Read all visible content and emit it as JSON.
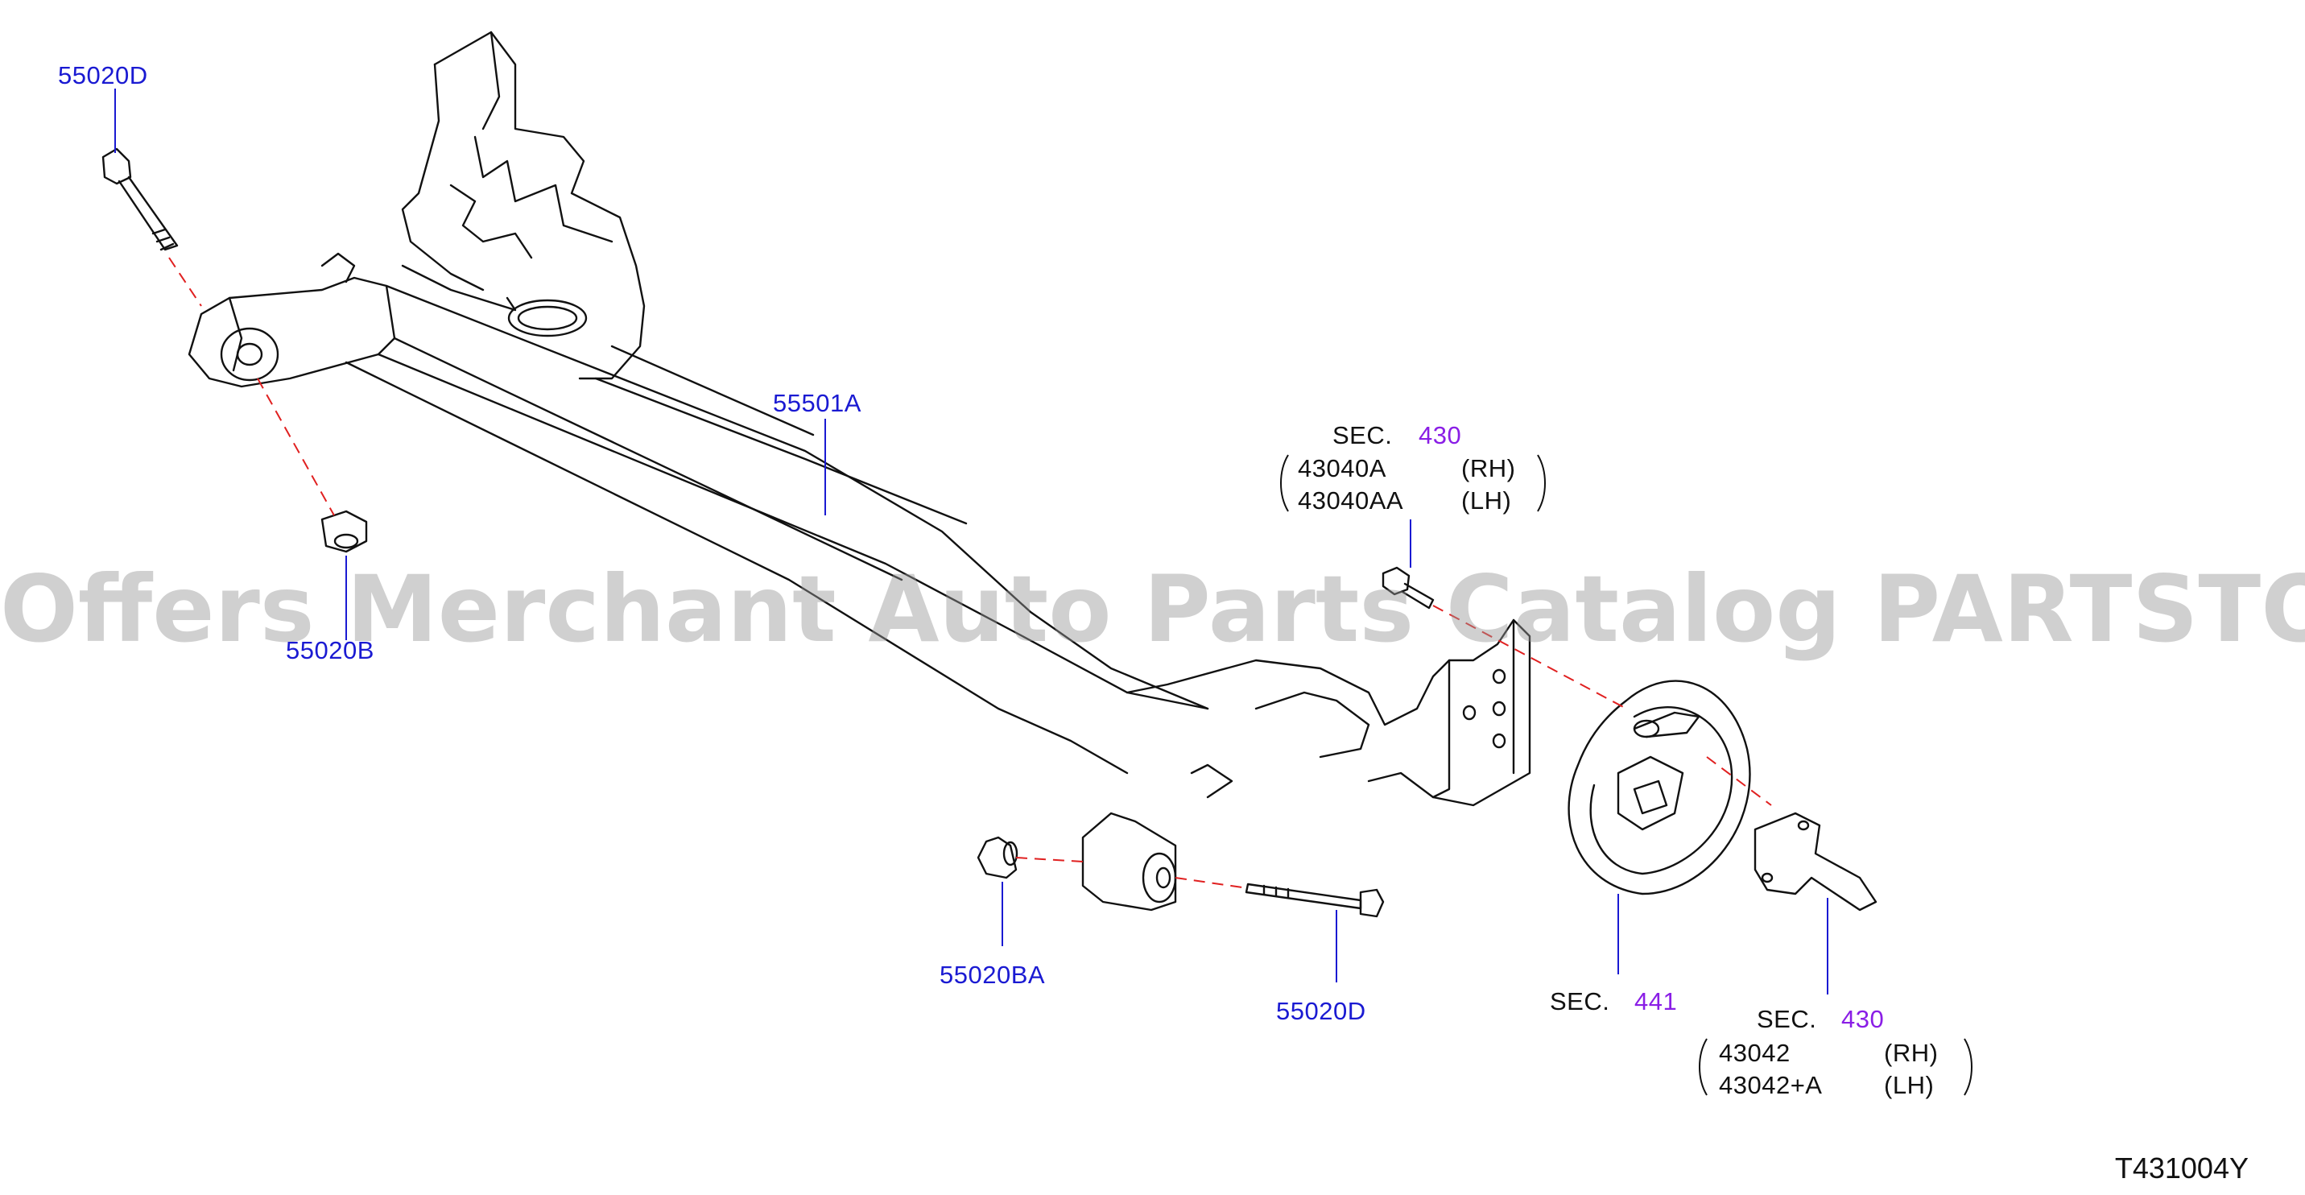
{
  "watermark": "Offers Merchant Auto Parts Catalog PARTSTORE.SA",
  "diagram_id": "T431004Y",
  "callouts": {
    "bolt_top": "55020D",
    "beam": "55501A",
    "nut": "55020B",
    "bushing_cap": "55020BA",
    "bolt_bottom": "55020D"
  },
  "sec_hub_bolt": {
    "sec_label": "SEC.",
    "sec_number": "430",
    "row1_part": "43040A",
    "row1_side": "(RH)",
    "row2_part": "43040AA",
    "row2_side": "(LH)"
  },
  "sec_backplate": {
    "sec_label": "SEC.",
    "sec_number": "441"
  },
  "sec_spindle": {
    "sec_label": "SEC.",
    "sec_number": "430",
    "row1_part": "43042",
    "row1_side": "(RH)",
    "row2_part": "43042+A",
    "row2_side": "(LH)"
  },
  "colors": {
    "part_number": "#1a1ad2",
    "section_number": "#8a1ee6",
    "leader_line": "#1a1ad2",
    "dashed_line": "#e02020",
    "drawing": "#111111"
  }
}
